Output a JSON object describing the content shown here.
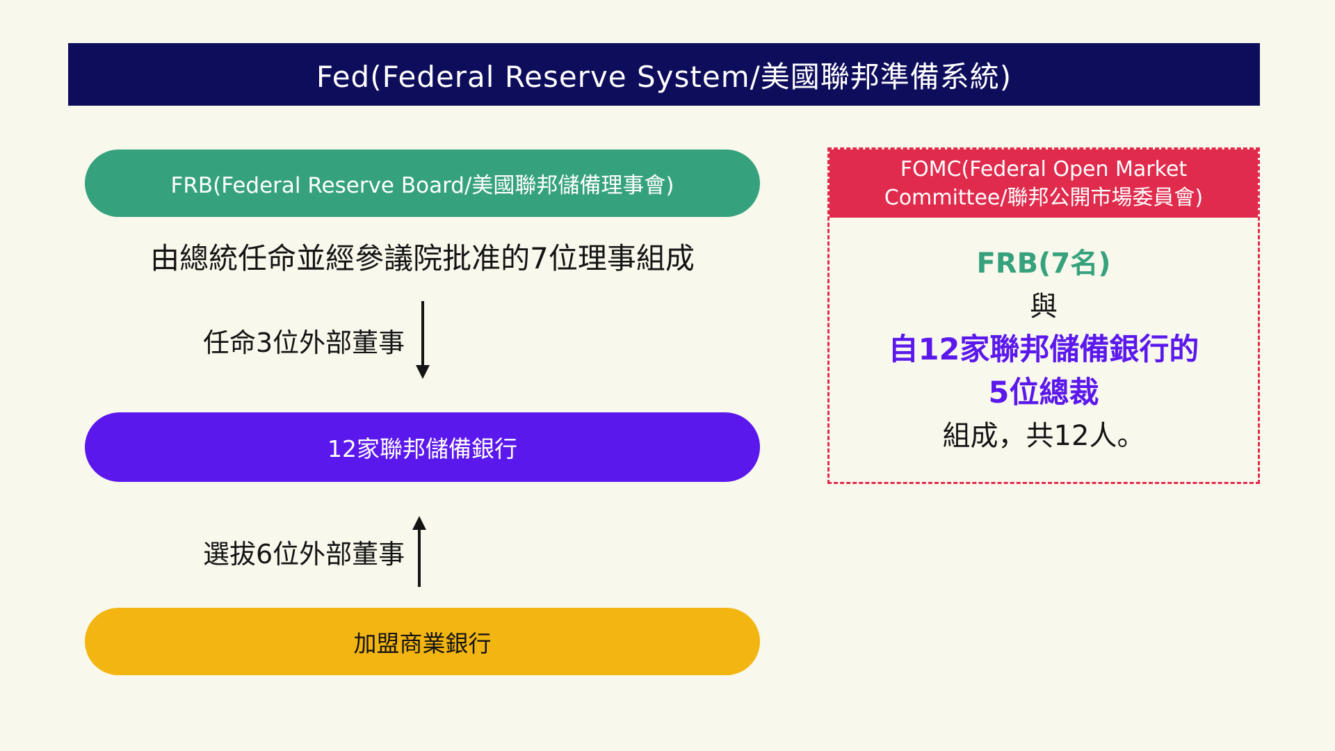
{
  "colors": {
    "background": "#F9F8EC",
    "navy": "#0E0D5B",
    "green": "#36A27D",
    "purple": "#5B18ED",
    "yellow": "#F3B512",
    "red": "#E02B4D",
    "text_dark": "#141414",
    "text_light": "#FFFFFF"
  },
  "header": {
    "title": "Fed(Federal Reserve System/美國聯邦準備系統)"
  },
  "left_flow": {
    "frb_pill": "FRB(Federal Reserve Board/美國聯邦儲備理事會)",
    "frb_note": "由總統任命並經參議院批准的7位理事組成",
    "arrow_down_label": "任命3位外部董事",
    "banks_pill": "12家聯邦儲備銀行",
    "arrow_up_label": "選拔6位外部董事",
    "member_pill": "加盟商業銀行"
  },
  "fomc_box": {
    "header_line1": "FOMC(Federal Open Market",
    "header_line2": "Committee/聯邦公開市場委員會)",
    "line_frb": "FRB(7名)",
    "line_and": "與",
    "line_purple1": "自12家聯邦儲備銀行的",
    "line_purple2": "5位總裁",
    "line_total": "組成，共12人。"
  }
}
